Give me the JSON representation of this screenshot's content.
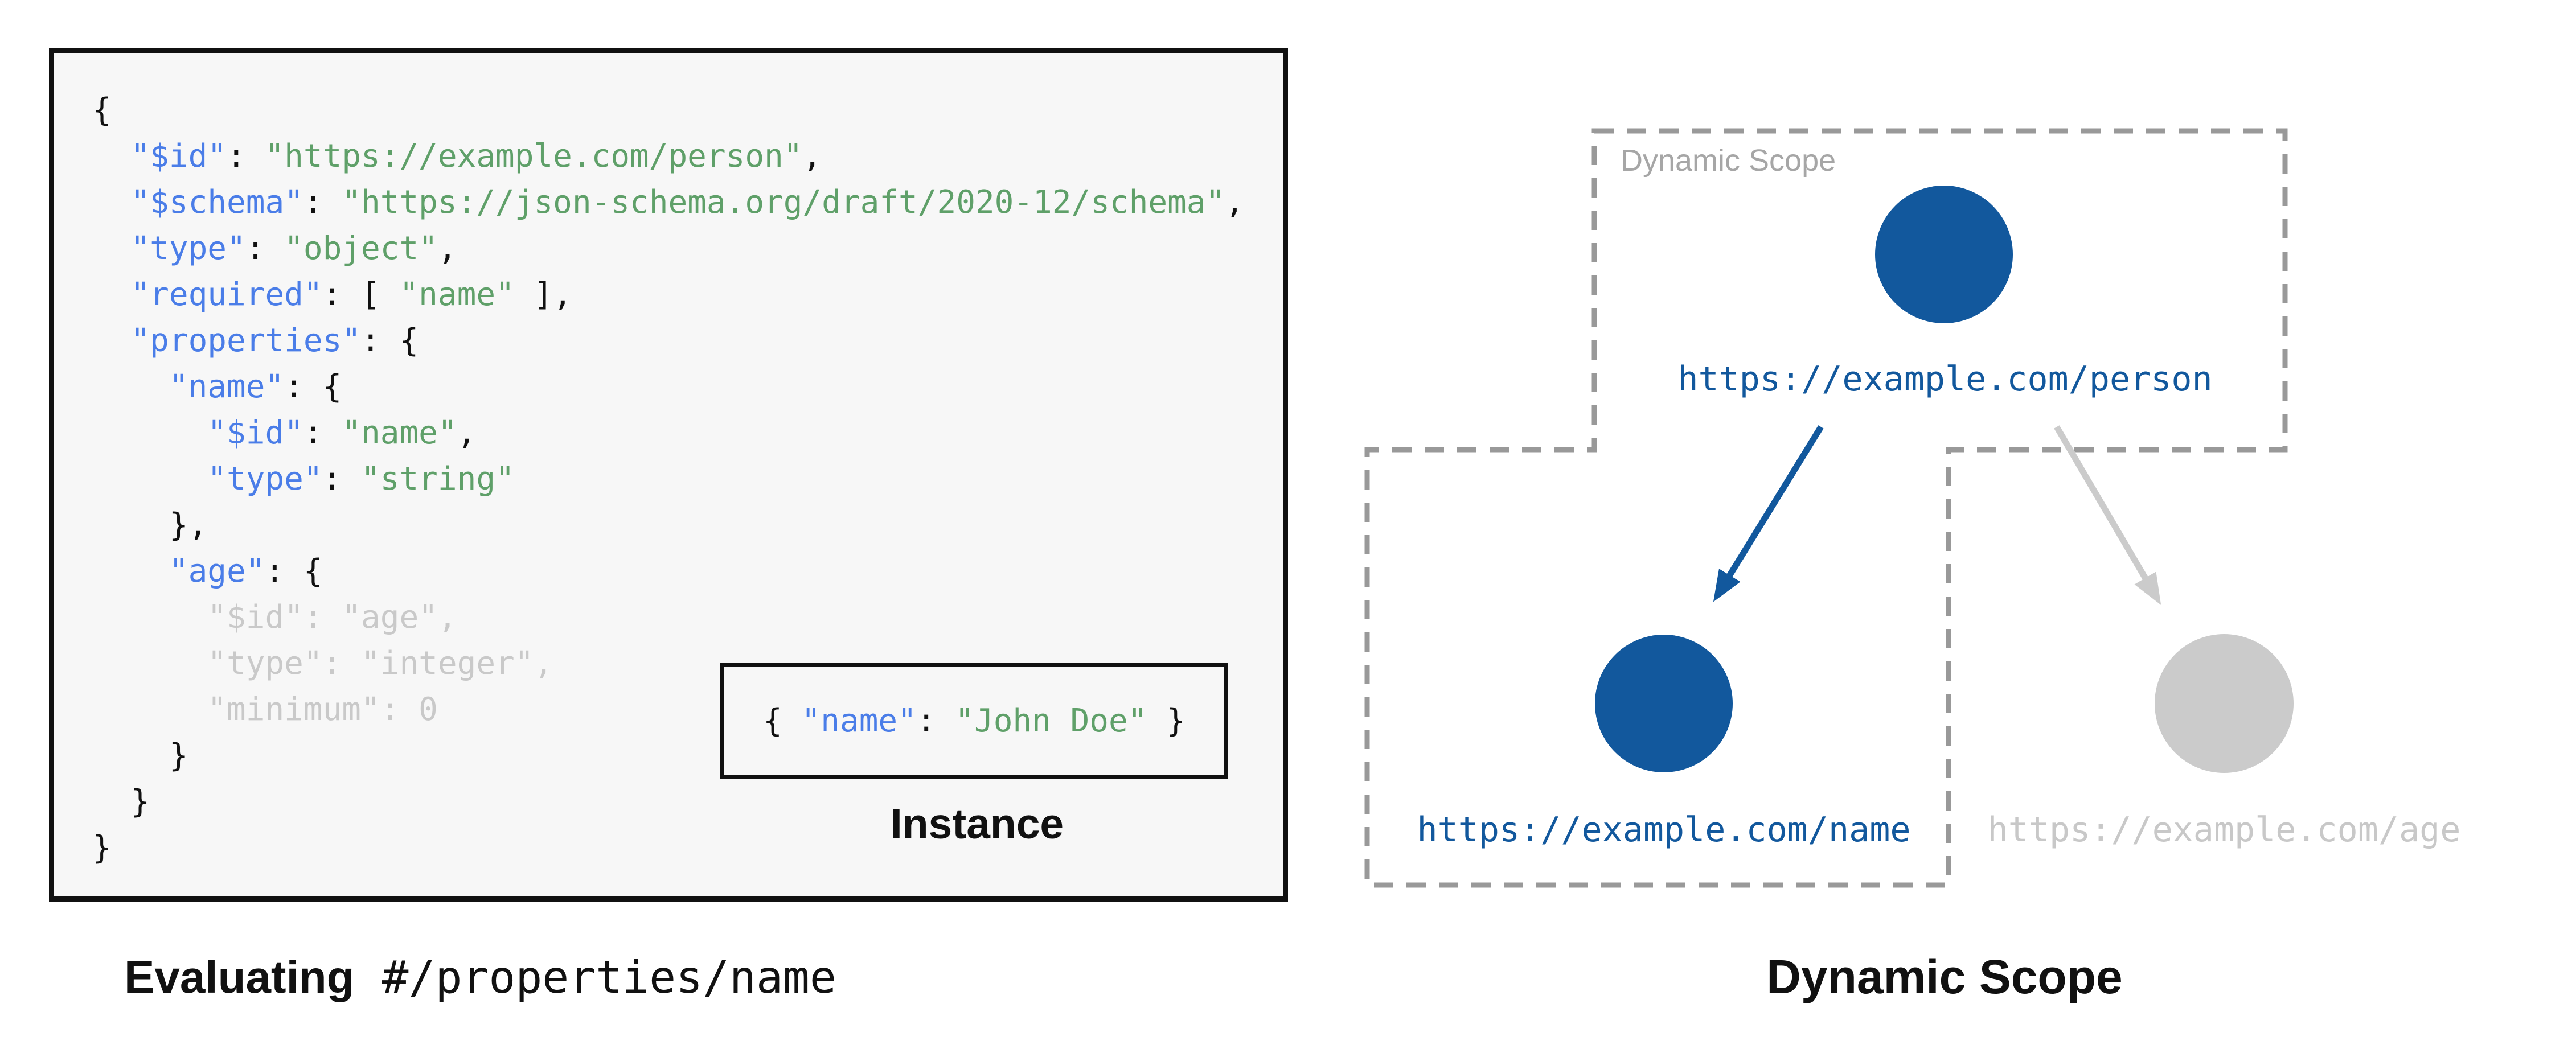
{
  "colors": {
    "accent": "#12589d",
    "inactive": "#cbcbcb",
    "inactive-text": "#c8c8c8",
    "key": "#4a7de8",
    "string": "#5fa069",
    "punct": "#111111",
    "dim": "#c9c9c9",
    "dash": "#999999",
    "scope-label": "#a6a6a6",
    "box-bg": "#f7f7f7",
    "ink": "#111111"
  },
  "schema": {
    "lines": [
      {
        "tokens": [
          {
            "c": "p",
            "t": "{"
          }
        ]
      },
      {
        "tokens": [
          {
            "c": "p",
            "t": "  "
          },
          {
            "c": "k",
            "t": "\"$id\""
          },
          {
            "c": "p",
            "t": ": "
          },
          {
            "c": "s",
            "t": "\"https://example.com/person\""
          },
          {
            "c": "p",
            "t": ","
          }
        ]
      },
      {
        "tokens": [
          {
            "c": "p",
            "t": "  "
          },
          {
            "c": "k",
            "t": "\"$schema\""
          },
          {
            "c": "p",
            "t": ": "
          },
          {
            "c": "s",
            "t": "\"https://json-schema.org/draft/2020-12/schema\""
          },
          {
            "c": "p",
            "t": ","
          }
        ]
      },
      {
        "tokens": [
          {
            "c": "p",
            "t": "  "
          },
          {
            "c": "k",
            "t": "\"type\""
          },
          {
            "c": "p",
            "t": ": "
          },
          {
            "c": "s",
            "t": "\"object\""
          },
          {
            "c": "p",
            "t": ","
          }
        ]
      },
      {
        "tokens": [
          {
            "c": "p",
            "t": "  "
          },
          {
            "c": "k",
            "t": "\"required\""
          },
          {
            "c": "p",
            "t": ": [ "
          },
          {
            "c": "s",
            "t": "\"name\""
          },
          {
            "c": "p",
            "t": " ],"
          }
        ]
      },
      {
        "tokens": [
          {
            "c": "p",
            "t": "  "
          },
          {
            "c": "k",
            "t": "\"properties\""
          },
          {
            "c": "p",
            "t": ": {"
          }
        ]
      },
      {
        "tokens": [
          {
            "c": "p",
            "t": "    "
          },
          {
            "c": "k",
            "t": "\"name\""
          },
          {
            "c": "p",
            "t": ": {"
          }
        ]
      },
      {
        "tokens": [
          {
            "c": "p",
            "t": "      "
          },
          {
            "c": "k",
            "t": "\"$id\""
          },
          {
            "c": "p",
            "t": ": "
          },
          {
            "c": "s",
            "t": "\"name\""
          },
          {
            "c": "p",
            "t": ","
          }
        ]
      },
      {
        "tokens": [
          {
            "c": "p",
            "t": "      "
          },
          {
            "c": "k",
            "t": "\"type\""
          },
          {
            "c": "p",
            "t": ": "
          },
          {
            "c": "s",
            "t": "\"string\""
          }
        ]
      },
      {
        "tokens": [
          {
            "c": "p",
            "t": "    },"
          }
        ]
      },
      {
        "tokens": [
          {
            "c": "p",
            "t": "    "
          },
          {
            "c": "k",
            "t": "\"age\""
          },
          {
            "c": "p",
            "t": ": {"
          }
        ]
      },
      {
        "dim": true,
        "tokens": [
          {
            "c": "p",
            "t": "      "
          },
          {
            "c": "k",
            "t": "\"$id\""
          },
          {
            "c": "p",
            "t": ": "
          },
          {
            "c": "s",
            "t": "\"age\""
          },
          {
            "c": "p",
            "t": ","
          }
        ]
      },
      {
        "dim": true,
        "tokens": [
          {
            "c": "p",
            "t": "      "
          },
          {
            "c": "k",
            "t": "\"type\""
          },
          {
            "c": "p",
            "t": ": "
          },
          {
            "c": "s",
            "t": "\"integer\""
          },
          {
            "c": "p",
            "t": ","
          }
        ]
      },
      {
        "dim": true,
        "tokens": [
          {
            "c": "p",
            "t": "      "
          },
          {
            "c": "k",
            "t": "\"minimum\""
          },
          {
            "c": "p",
            "t": ": "
          },
          {
            "c": "n",
            "t": "0"
          }
        ]
      },
      {
        "tokens": [
          {
            "c": "p",
            "t": "    }"
          }
        ]
      },
      {
        "tokens": [
          {
            "c": "p",
            "t": "  }"
          }
        ]
      },
      {
        "tokens": [
          {
            "c": "p",
            "t": "}"
          }
        ]
      }
    ]
  },
  "instance": {
    "tokens": [
      {
        "c": "p",
        "t": "{ "
      },
      {
        "c": "k",
        "t": "\"name\""
      },
      {
        "c": "p",
        "t": ": "
      },
      {
        "c": "s",
        "t": "\"John Doe\""
      },
      {
        "c": "p",
        "t": " }"
      }
    ],
    "label": "Instance"
  },
  "captions": {
    "left_bold": "Evaluating",
    "left_mono": "#/properties/name"
  },
  "diagram": {
    "scope_label": "Dynamic Scope",
    "title": "Dynamic Scope",
    "nodes": [
      {
        "id": "person",
        "url": "https://example.com/person",
        "state": "in-scope"
      },
      {
        "id": "name",
        "url": "https://example.com/name",
        "state": "in-scope"
      },
      {
        "id": "age",
        "url": "https://example.com/age",
        "state": "out-of-scope"
      }
    ],
    "edges": [
      {
        "from": "person",
        "to": "name",
        "style": "active"
      },
      {
        "from": "person",
        "to": "age",
        "style": "inactive"
      }
    ]
  }
}
